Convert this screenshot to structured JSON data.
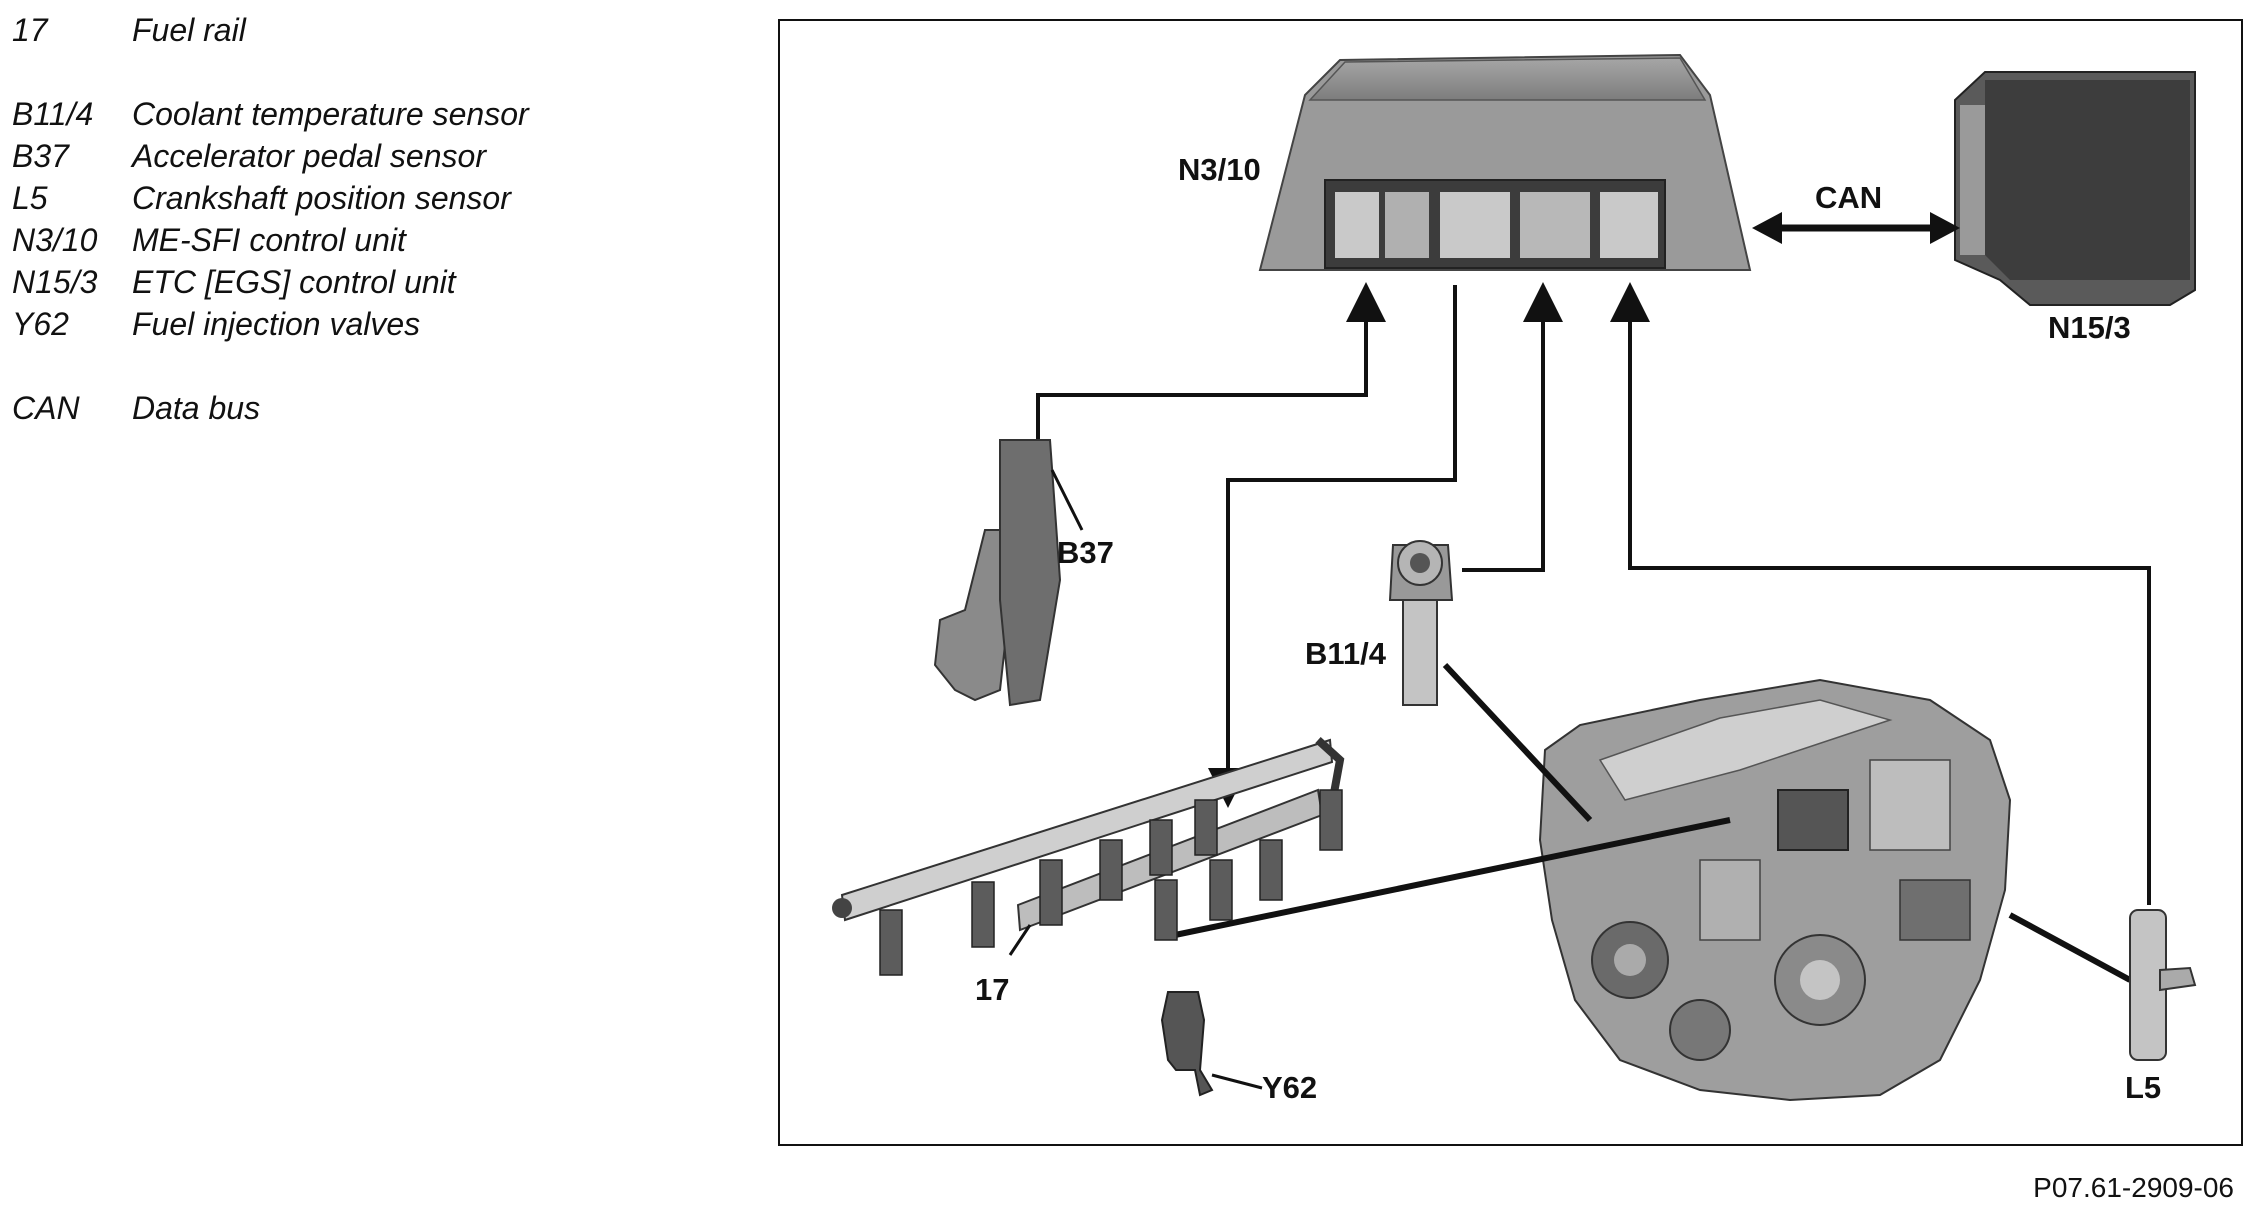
{
  "legend": [
    {
      "code": "17",
      "desc": "Fuel rail"
    },
    {
      "code": "B11/4",
      "desc": "Coolant temperature sensor"
    },
    {
      "code": "B37",
      "desc": "Accelerator pedal sensor"
    },
    {
      "code": "L5",
      "desc": "Crankshaft position sensor"
    },
    {
      "code": "N3/10",
      "desc": "ME-SFI control unit"
    },
    {
      "code": "N15/3",
      "desc": "ETC [EGS] control unit"
    },
    {
      "code": "Y62",
      "desc": "Fuel injection valves"
    },
    {
      "code": "CAN",
      "desc": "Data bus"
    }
  ],
  "labels": {
    "n3_10": "N3/10",
    "n15_3": "N15/3",
    "can": "CAN",
    "b37": "B37",
    "b11_4": "B11/4",
    "rail": "17",
    "y62": "Y62",
    "l5": "L5"
  },
  "figure_ref": "P07.61-2909-06",
  "colors": {
    "line": "#111111",
    "component": "#8c8c8c",
    "component_dark": "#4a4a4a"
  }
}
